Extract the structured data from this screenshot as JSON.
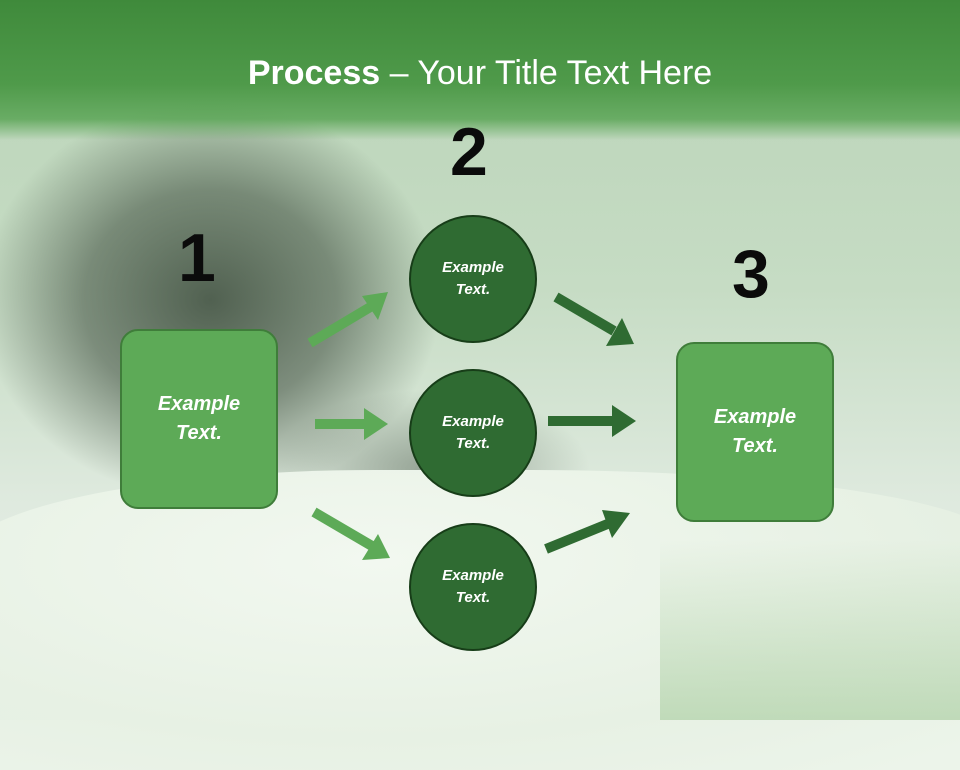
{
  "title": {
    "bold": "Process",
    "rest": " – Your Title Text Here"
  },
  "steps": {
    "one": "1",
    "two": "2",
    "three": "3"
  },
  "left_box": {
    "line1": "Example",
    "line2": "Text."
  },
  "right_box": {
    "line1": "Example",
    "line2": "Text."
  },
  "circles": [
    {
      "line1": "Example",
      "line2": "Text."
    },
    {
      "line1": "Example",
      "line2": "Text."
    },
    {
      "line1": "Example",
      "line2": "Text."
    }
  ],
  "colors": {
    "light_arrow": "#5daa57",
    "dark_arrow": "#2f6b32",
    "box": "#5daa57",
    "circle": "#2f6b32"
  }
}
